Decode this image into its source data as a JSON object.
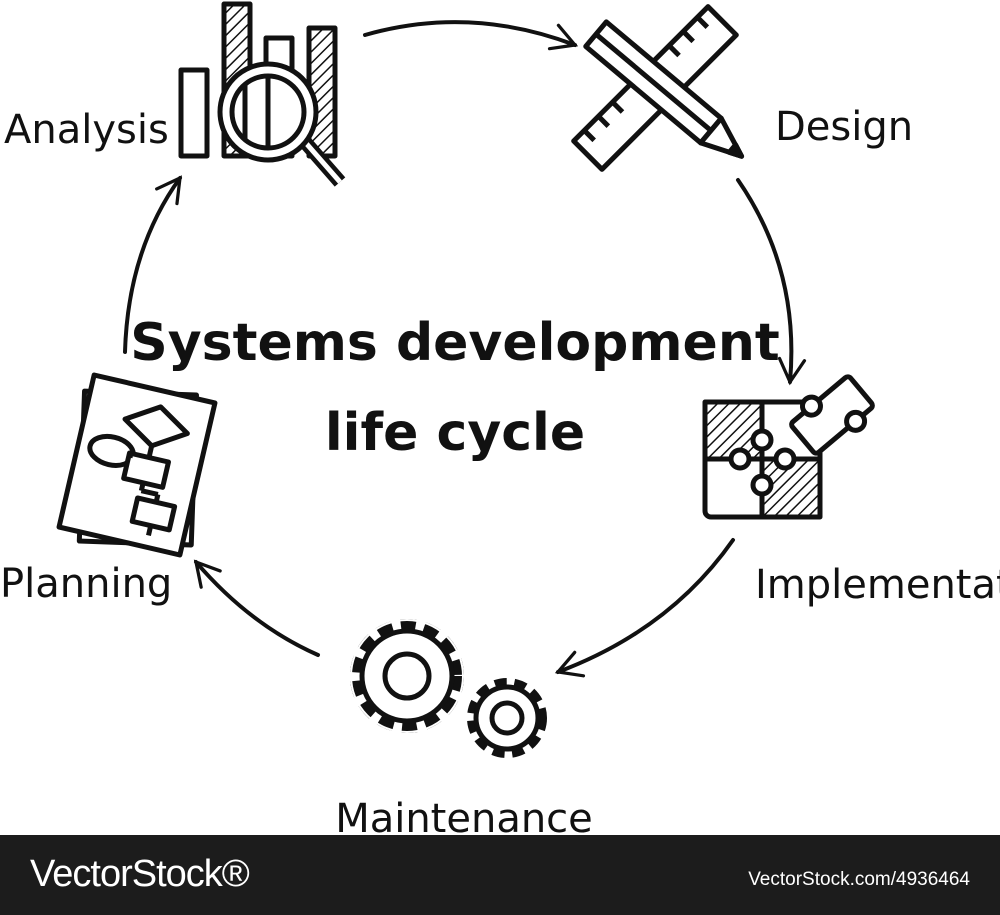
{
  "title": {
    "line1": "Systems development",
    "line2": "life cycle"
  },
  "stages": [
    {
      "label": "Analysis",
      "icon": "analysis-chart-magnifier-icon"
    },
    {
      "label": "Design",
      "icon": "ruler-pencil-icon"
    },
    {
      "label": "Implementation",
      "icon": "puzzle-icon"
    },
    {
      "label": "Maintenance",
      "icon": "gears-icon"
    },
    {
      "label": "Planning",
      "icon": "flowchart-document-icon"
    }
  ],
  "footer": {
    "brand": "VectorStock®",
    "stock_id": "VectorStock.com/4936464"
  },
  "colors": {
    "line": "#111111",
    "background": "#ffffff",
    "footer": "#1c1c1c"
  }
}
